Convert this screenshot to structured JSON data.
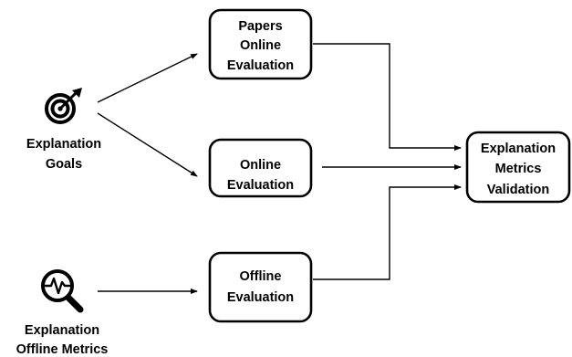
{
  "colors": {
    "stroke": "#000000",
    "background": "#ffffff",
    "text": "#000000"
  },
  "sources": {
    "goals": {
      "icon": "target-icon",
      "lines": [
        "Explanation",
        "Goals"
      ]
    },
    "offline_metrics": {
      "icon": "magnifier-pulse-icon",
      "lines": [
        "Explanation",
        "Offline Metrics"
      ]
    }
  },
  "boxes": {
    "papers_online": {
      "lines": [
        "Papers",
        "Online",
        "Evaluation"
      ]
    },
    "online": {
      "lines": [
        "Online",
        "Evaluation"
      ]
    },
    "offline": {
      "lines": [
        "Offline",
        "Evaluation"
      ]
    },
    "validation": {
      "lines": [
        "Explanation",
        "Metrics",
        "Validation"
      ]
    }
  },
  "edges": [
    {
      "from": "goals",
      "to": "papers_online"
    },
    {
      "from": "goals",
      "to": "online"
    },
    {
      "from": "offline_metrics",
      "to": "offline"
    },
    {
      "from": "papers_online",
      "to": "validation"
    },
    {
      "from": "online",
      "to": "validation"
    },
    {
      "from": "offline",
      "to": "validation"
    }
  ]
}
